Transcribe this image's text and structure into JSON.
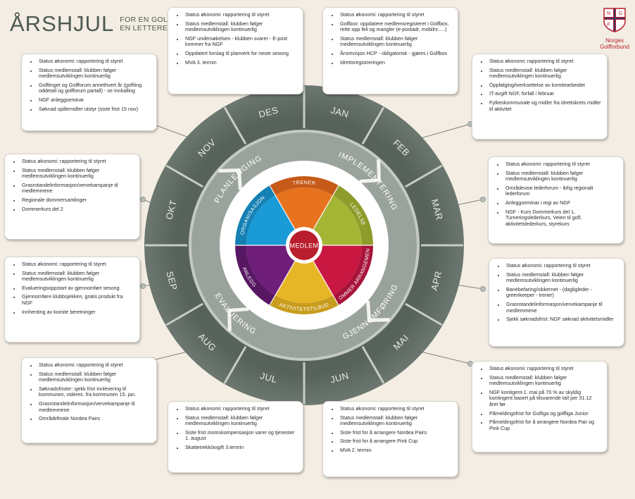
{
  "header": {
    "title": "ÅRSHJUL",
    "subtitle_line1": "FOR EN GOLFKLUBB &",
    "subtitle_line2": "EN LETTERE HVERDAG"
  },
  "logo": {
    "letters": [
      "N",
      "G",
      "F"
    ],
    "org_line1": "Norges",
    "org_line2": "Golfforbund"
  },
  "colors": {
    "background": "#f3ede3",
    "outer_ring": "#5e6a62",
    "ring_divider": "#c7ccc6",
    "process_ring": "#9fa7a1",
    "orange": "#e8731e",
    "green": "#a4b533",
    "crimson": "#c81842",
    "yellow": "#e6b627",
    "purple": "#6f1e7a",
    "blue": "#1a9bd7",
    "medlem_red": "#b81e2d"
  },
  "wheel": {
    "months": [
      "JAN",
      "FEB",
      "MAR",
      "APR",
      "MAI",
      "JUN",
      "JUL",
      "AUG",
      "SEP",
      "OKT",
      "NOV",
      "DES"
    ],
    "phases": [
      "IMPLEMENTERING",
      "GJENNOMFØRING",
      "EVALUERING",
      "PLANLEGGING"
    ],
    "sectors": [
      "TRENER",
      "LEDELSE",
      "DOMMER ARRANGEMENT",
      "AKTIVITETSTILBUD",
      "ANLEGG",
      "ORGANISASJON"
    ],
    "center": "MEDLEM"
  },
  "boxes": {
    "des": [
      "Status økonomi: rapportering til styret",
      "Status medlemstall: klubben følger medlemsutviklingen kontinuerlig",
      "NGF undersøkelsen - klubben svarer - E-post kommer fra NGF",
      "Oppdatert forslag til planverk for neste sesong",
      "MVA 3. termin"
    ],
    "jan": [
      "Status økonomi: rapportering til styret",
      "Golfbox: oppdatere medlemsregisteret i Golfbox, rette opp feil og mangler (e-postadr, mobilnr.....)",
      "Status medlemstall: klubben følger medlemsutviklingen kontinuerlig",
      "Årsrevisjon HCP - obligatorisk - gjøres i Golfbox",
      "Idrettsregistreringen"
    ],
    "nov": [
      "Status økonomi: rapportering til styret",
      "Status medlemstall: klubben følger medlemsutviklingen kontinuerlig",
      "Golftinget og Golfforum annethvert år (golfting oddetall og golfforum partall) - se innkalling",
      "NGF anleggseminar",
      "Søknad spillemidler utstyr (siste frist 15 nov)"
    ],
    "feb": [
      "Status økonomi: rapportering til styret",
      "Status medlemstall: klubben følger medlemsutviklingen kontinuerlig",
      "Oppfølging/iverksettelse av komitearbeidet",
      "IT-avgift NGF, forfall i februar",
      "Fylkeskommunale og midler fra idrettskrets midler til aktivitet"
    ],
    "okt": [
      "Status økonomi: rapportering til styret",
      "Status medlemstall: klubben følger medlemsutviklingen kontinuerlig",
      "Grasrotandelinformasjon/vervekampanje til medlemmene",
      "Regionale dommersamlinger",
      "Dommerkurs del 2"
    ],
    "mar": [
      "Status økonomi: rapportering til styret",
      "Status medlemstall: klubben følger medlemsutviklingen kontinuerlig",
      "Områdevise lederforum - årlig regionalt lederforum",
      "Anleggseminar i regi av NGF",
      "NGF - Kurs Dommerkurs del 1, Turneringslederkurs, Veien til golf, aktivitetslederkurs, styrekurs"
    ],
    "sep": [
      "Status økonomi: rapportering til styret",
      "Status medlemstall: klubben følger medlemsutviklingen kontinuerlig",
      "Evalueringsoppstart av gjennomført sesong",
      "Gjennomføre klubbsjekken, gratis produkt fra NGF",
      "Innhenting av komite beretninger"
    ],
    "apr": [
      "Status økonomi: rapportering til styret",
      "Status medlemstall: klubben følger medlemsutviklingen kontinuerlig",
      "Banebefaring/sikkernet - (dagligleder - greenkeeper - trener)",
      "Grasrotandelinformasjon/vervekampanje til medlemmene",
      "Sjekk søknadsfrist: NGF søknad aktivitetsmidler"
    ],
    "aug": [
      "Status økonomi: rapportering til styret",
      "Status medlemstall: klubben følger medlemsutviklingen kontinuerlig",
      "Søknadsfrister: sjekk frist innlevering til kommunen, videres. fra kommunen 15. jan.",
      "Grasrotandelinformasjon/vervekampanje til medlemmene",
      "Områdefinale Nordea Pairs"
    ],
    "mai": [
      "Status økonomi: rapportering til styret",
      "Status medlemstall: klubben følger medlemsutviklingen kontinuerlig",
      "NGF kontigent-1. mai på 70 % av skyldig kontingent basert på tilsvarende tall per 31.12 året før",
      "Påmeldingsfrist for Golfiga og golfliga Junior",
      "Påmeldingsfrist for å arrangere Nordea Pair og Pink Cup"
    ],
    "jul": [
      "Status økonomi: rapportering til styret",
      "Status medlemstall: klubben følger medlemsutviklingen kontinuerlig",
      "Siste frist momskompensasjon varer og tjenester 1. august",
      "Skattetrekk/avgift 3.termin"
    ],
    "jun": [
      "Status økonomi: rapportering til styret",
      "Status medlemstall: klubben følger medlemsutviklingen kontinuerlig",
      "Siste frist for å arrangere Nordea Pairs",
      "Siste frist for å arrangere Pink Cup",
      "MVA 2. termin"
    ]
  }
}
